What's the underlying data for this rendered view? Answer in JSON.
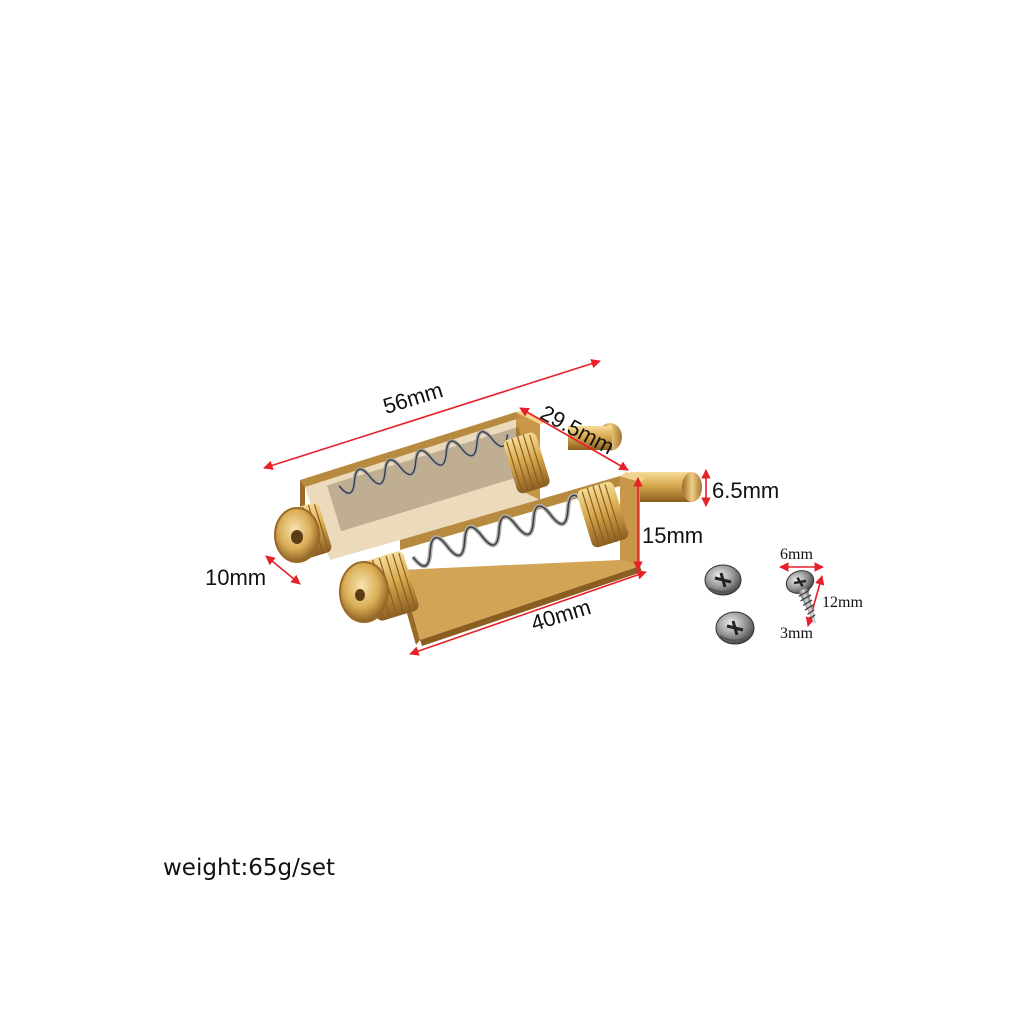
{
  "dimensions": {
    "length_overall": "56mm",
    "depth": "29.5mm",
    "pin_diameter": "6.5mm",
    "height": "15mm",
    "wheel_diameter": "10mm",
    "base_length": "40mm"
  },
  "screw": {
    "head_diameter": "6mm",
    "length": "12mm",
    "shank_diameter": "3mm"
  },
  "weight_text": "weight:65g/set",
  "colors": {
    "dimension_line": "#e8202a",
    "brass": "#d4a74a",
    "spring": "#9a9a9a",
    "background": "#ffffff"
  },
  "icons": {
    "product": "string-tree-roller-assembly",
    "screws": "phillips-screw"
  }
}
